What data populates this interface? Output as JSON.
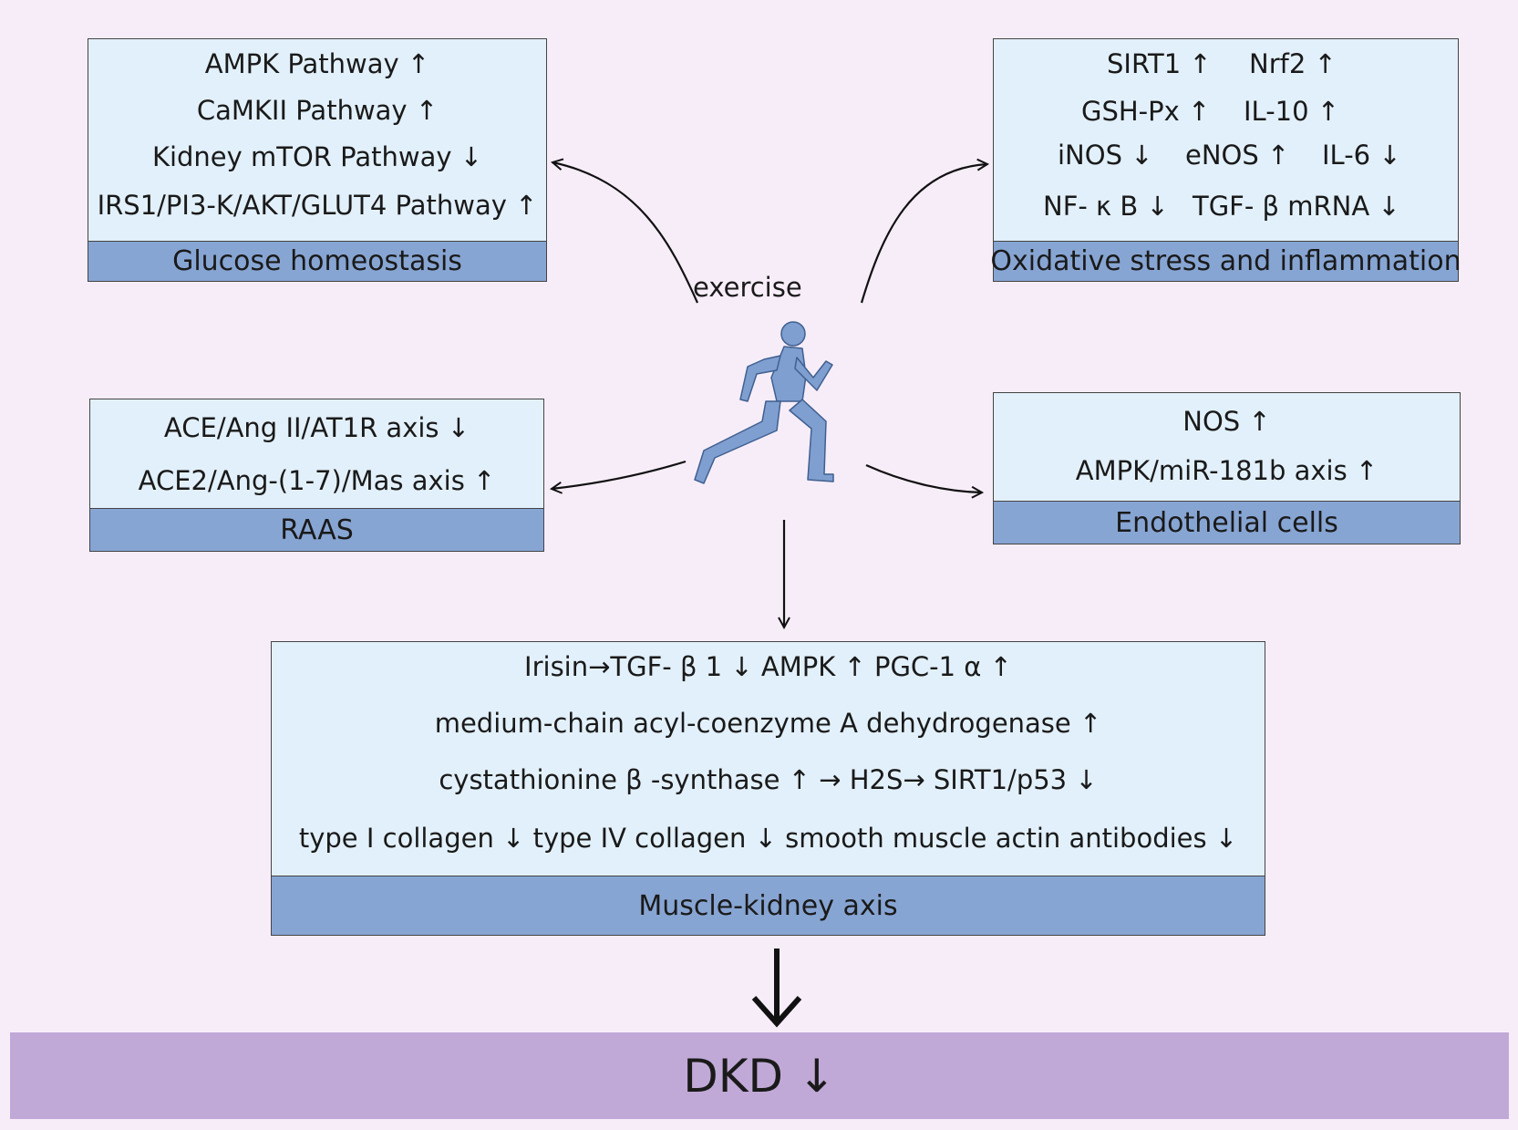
{
  "exercise": {
    "label": "exercise"
  },
  "glucose": {
    "title": "Glucose homeostasis",
    "lines": [
      "AMPK Pathway ↑",
      "CaMKII Pathway ↑",
      "Kidney mTOR Pathway ↓",
      "IRS1/PI3-K/AKT/GLUT4 Pathway ↑"
    ]
  },
  "oxidative": {
    "title": "Oxidative stress and inflammation",
    "items": [
      "SIRT1 ↑",
      "Nrf2 ↑",
      "GSH-Px ↑",
      "IL-10 ↑",
      "iNOS ↓",
      "eNOS ↑",
      "IL-6 ↓",
      "NF- κ B ↓",
      "TGF- β mRNA ↓"
    ]
  },
  "raas": {
    "title": "RAAS",
    "lines": [
      "ACE/Ang II/AT1R axis ↓",
      "ACE2/Ang-(1-7)/Mas axis ↑"
    ]
  },
  "endothelial": {
    "title": "Endothelial cells",
    "lines": [
      "NOS ↑",
      "AMPK/miR-181b axis ↑"
    ]
  },
  "muscle": {
    "title": "Muscle-kidney axis",
    "lines": [
      "Irisin→TGF- β 1 ↓ AMPK ↑ PGC-1 α ↑",
      "medium-chain acyl-coenzyme A dehydrogenase ↑",
      "cystathionine β -synthase ↑ → H2S→ SIRT1/p53 ↓",
      "type I collagen ↓ type IV collagen ↓ smooth muscle actin antibodies ↓"
    ]
  },
  "outcome": {
    "label": "DKD ↓"
  }
}
